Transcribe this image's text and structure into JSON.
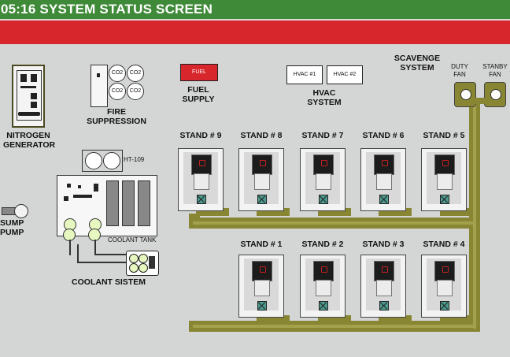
{
  "header": {
    "title": "05:16  SYSTEM STATUS SCREEN"
  },
  "colors": {
    "header": "#3f8a38",
    "alarm_bar": "#d7262c",
    "pipe": "#888632",
    "background": "#d4d5d5",
    "fuel_button": "#d7262c"
  },
  "nitrogen": {
    "label_line1": "NITROGEN",
    "label_line2": "GENERATOR"
  },
  "fire": {
    "label_line1": "FIRE",
    "label_line2": "SUPPRESSION",
    "tanks": [
      "CO2",
      "CO2",
      "CO2",
      "CO2"
    ]
  },
  "fuel": {
    "button": "FUEL",
    "label_line1": "FUEL",
    "label_line2": "SUPPLY"
  },
  "hvac": {
    "unit1": "HVAC #1",
    "unit2": "HVAC #2",
    "label_line1": "HVAC",
    "label_line2": "SYSTEM"
  },
  "scavenge": {
    "label_line1": "SCAVENGE",
    "label_line2": "SYSTEM",
    "duty_line1": "DUTY",
    "duty_line2": "FAN",
    "standby_line1": "STANBY",
    "standby_line2": "FAN"
  },
  "stands_top": [
    "STAND # 9",
    "STAND # 8",
    "STAND # 7",
    "STAND # 6",
    "STAND # 5"
  ],
  "stands_bottom": [
    "STAND # 1",
    "STAND # 2",
    "STAND # 3",
    "STAND # 4"
  ],
  "coolant": {
    "ht_label": "HT-109",
    "tank_label": "COOLANT TANK",
    "system_label": "COOLANT SISTEM"
  },
  "sump": {
    "label_line1": "SUMP",
    "label_line2": "PUMP"
  }
}
